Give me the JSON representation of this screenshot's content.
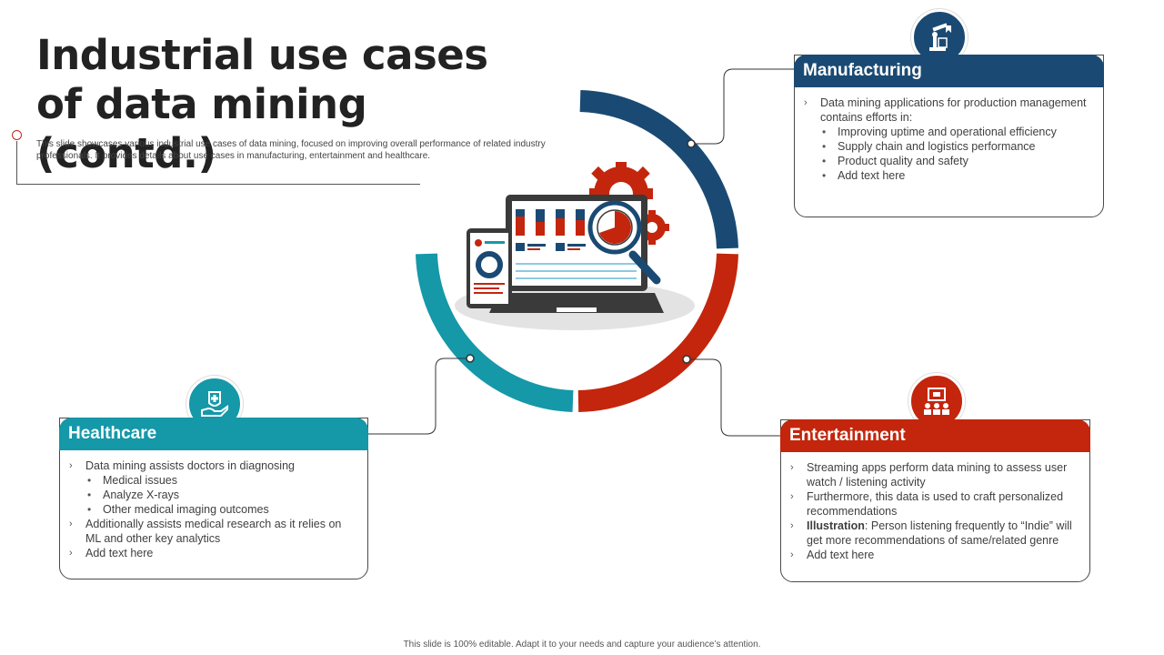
{
  "title": "Industrial use cases of data mining (contd.)",
  "subtitle": "This slide showcases various industrial use cases of data mining, focused on improving overall performance of related industry professionals. It provides details about use cases in manufacturing, entertainment and healthcare.",
  "colors": {
    "manufacturing": "#1a4a73",
    "healthcare": "#1598a8",
    "entertainment": "#c3260d"
  },
  "manufacturing": {
    "heading": "Manufacturing",
    "icon": "robotic-arm-icon",
    "items": [
      {
        "marker": "›",
        "text": "Data mining applications for production management contains efforts in:"
      },
      {
        "marker": "•",
        "text": "Improving uptime and operational efficiency"
      },
      {
        "marker": "•",
        "text": "Supply chain and logistics performance"
      },
      {
        "marker": "•",
        "text": "Product quality and safety"
      },
      {
        "marker": "•",
        "text": "Add text here"
      }
    ]
  },
  "healthcare": {
    "heading": "Healthcare",
    "icon": "health-care-hand-icon",
    "items": [
      {
        "marker": "›",
        "text": "Data mining assists doctors in diagnosing"
      },
      {
        "marker": "•",
        "text": "Medical issues"
      },
      {
        "marker": "•",
        "text": "Analyze X-rays"
      },
      {
        "marker": "•",
        "text": "Other medical imaging outcomes"
      },
      {
        "marker": "›",
        "text": "Additionally assists medical research as it relies on ML and other key analytics"
      },
      {
        "marker": "›",
        "text": "Add text here"
      }
    ]
  },
  "entertainment": {
    "heading": "Entertainment",
    "icon": "audience-screen-icon",
    "items": [
      {
        "marker": "›",
        "text": "Streaming apps perform data mining to assess user watch / listening activity"
      },
      {
        "marker": "›",
        "text": "Furthermore, this data is used to craft personalized recommendations"
      },
      {
        "marker": "›",
        "bold": "Illustration",
        "text": ": Person listening frequently to “Indie” will get more recommendations of same/related genre"
      },
      {
        "marker": "›",
        "text": "Add text here"
      }
    ]
  },
  "center_graphic": "data-analytics-dashboard-illustration",
  "footer": "This slide is 100% editable. Adapt it to your needs and capture your audience’s attention."
}
